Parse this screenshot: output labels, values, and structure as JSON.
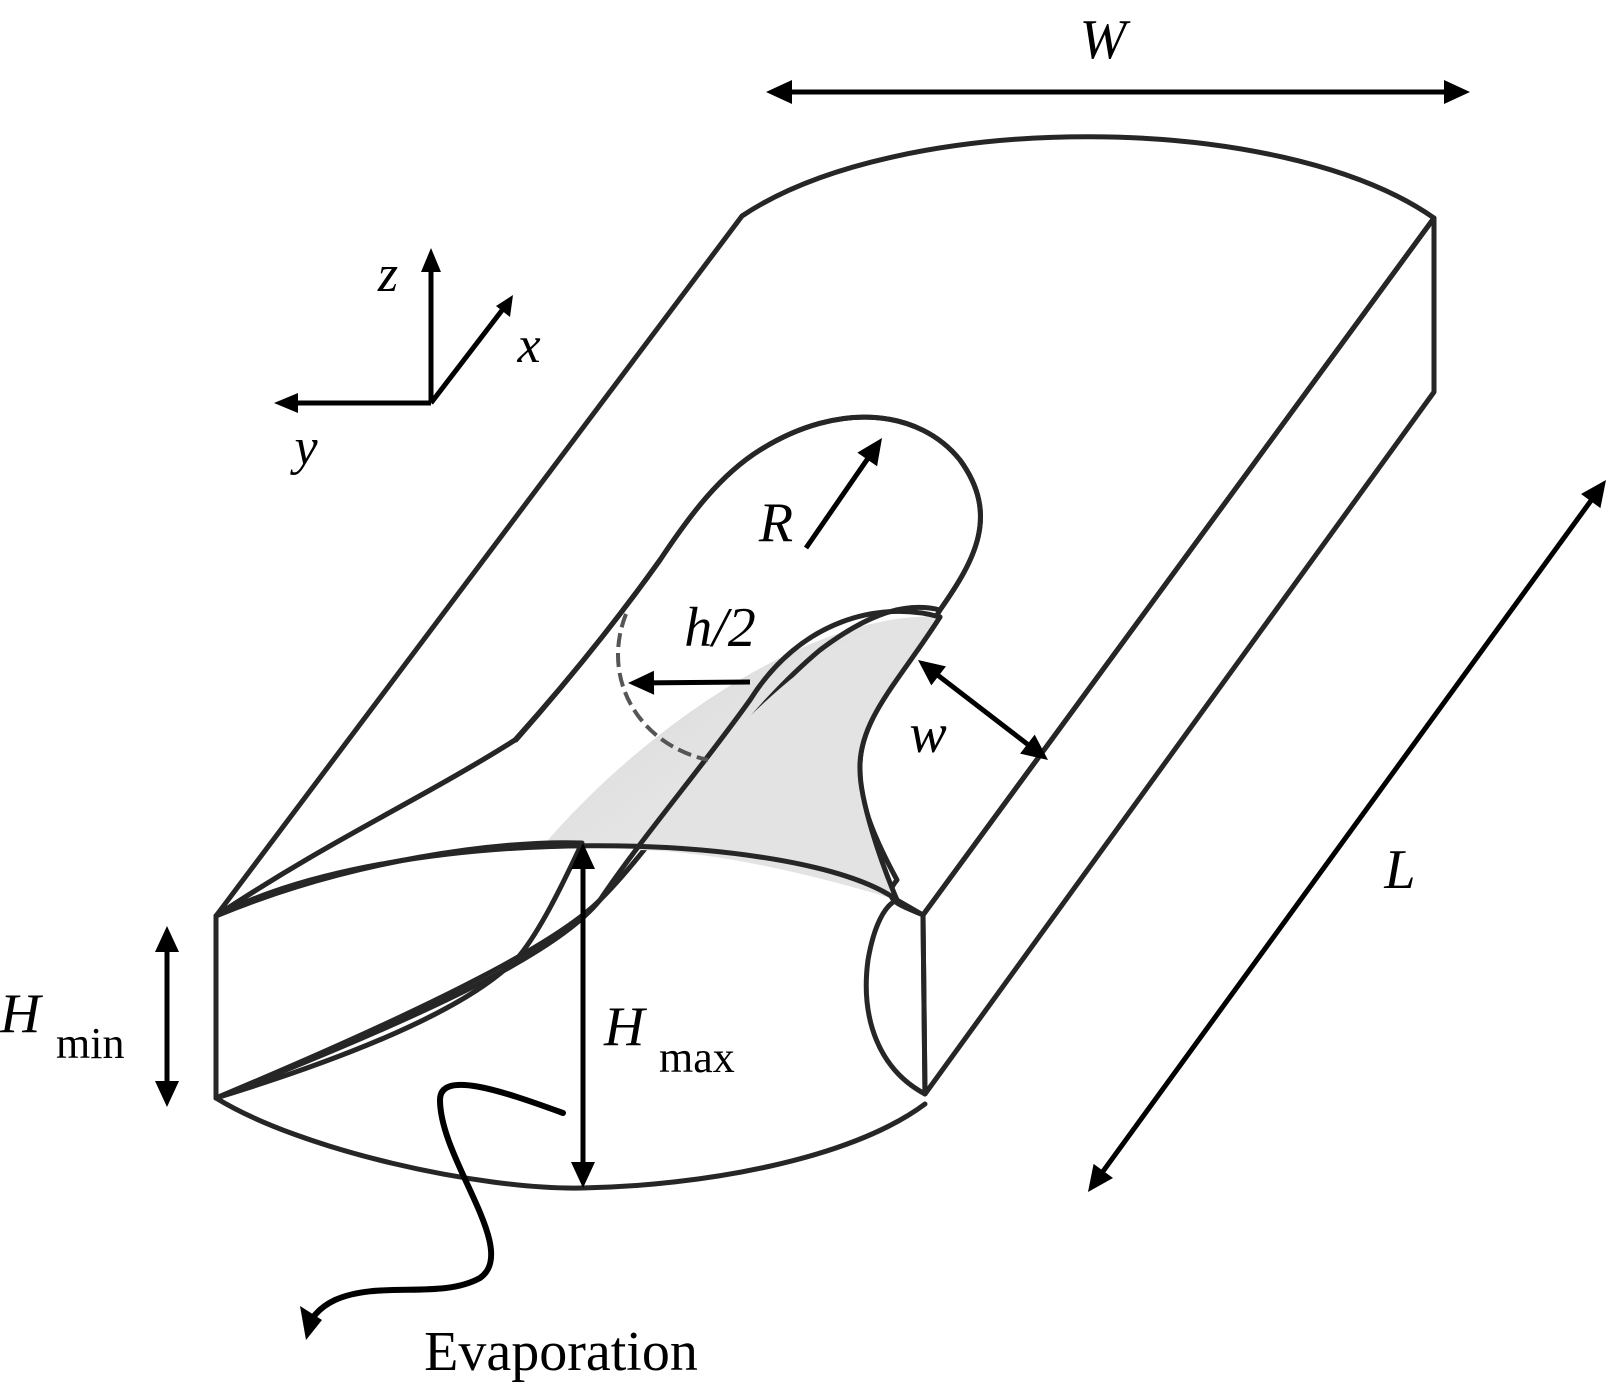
{
  "labels": {
    "W": "W",
    "L": "L",
    "R": "R",
    "h_half": "h/2",
    "w": "w",
    "H": "H",
    "min": "min",
    "max": "max",
    "evaporation": "Evaporation"
  },
  "axes": {
    "z": "z",
    "x": "x",
    "y": "y"
  },
  "colors": {
    "outline": "#262626",
    "surface_light": "#f4f4f4",
    "surface_mid": "#bdbdbd",
    "surface_dark": "#6b6b6b",
    "arrow": "#000000"
  }
}
